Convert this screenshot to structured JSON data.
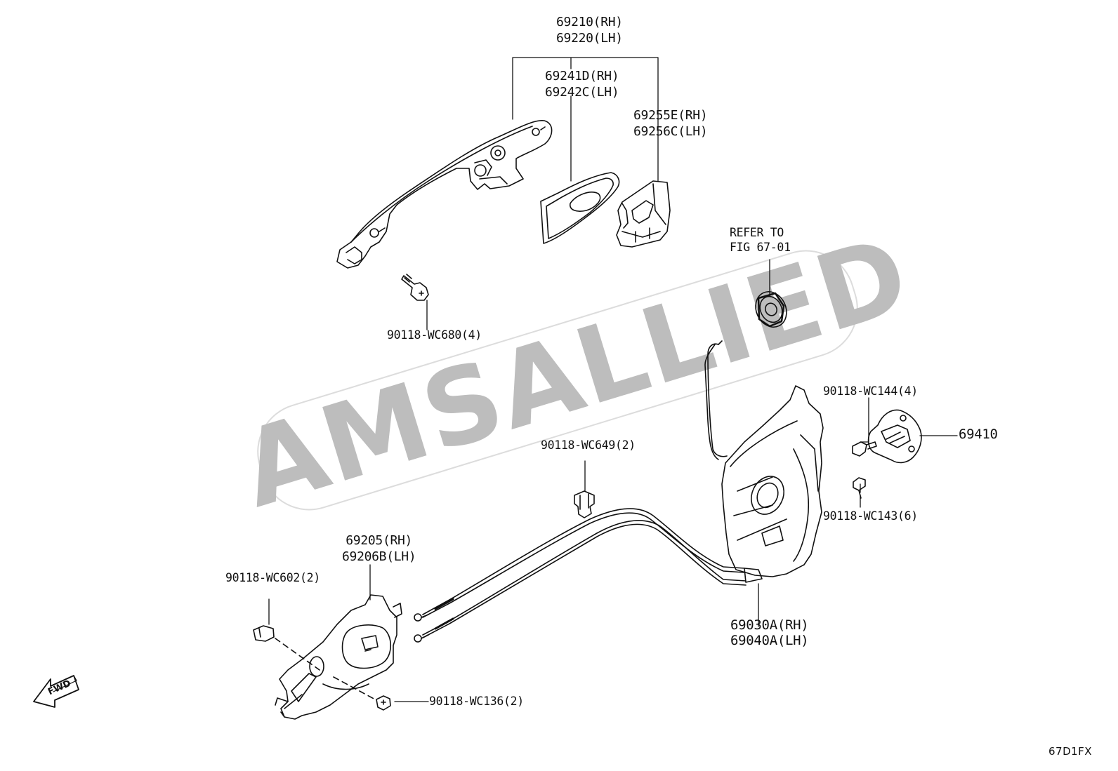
{
  "diagram": {
    "figure_code": "67D1FX",
    "watermark": "AMSALLIED",
    "fwd_badge": "FWD",
    "callouts": {
      "outside_handle": [
        "69210(RH)",
        "69220(LH)"
      ],
      "handle_pad_front": [
        "69241D(RH)",
        "69242C(LH)"
      ],
      "handle_pad_rear": [
        "69255E(RH)",
        "69256C(LH)"
      ],
      "bolt_handle": "90118-WC680(4)",
      "refer_to": [
        "REFER TO",
        "FIG 67-01"
      ],
      "screw_striker_top": "90118-WC144(4)",
      "striker": "69410",
      "screw_striker_bottom": "90118-WC143(6)",
      "clamp": "90118-WC649(2)",
      "inside_handle": [
        "69205(RH)",
        "69206B(LH)"
      ],
      "cap": "90118-WC602(2)",
      "screw_inside_handle": "90118-WC136(2)",
      "lock_assembly": [
        "69030A(RH)",
        "69040A(LH)"
      ]
    }
  },
  "colors": {
    "line": "#111111",
    "watermark": "#bdbdbd",
    "background": "#ffffff"
  }
}
